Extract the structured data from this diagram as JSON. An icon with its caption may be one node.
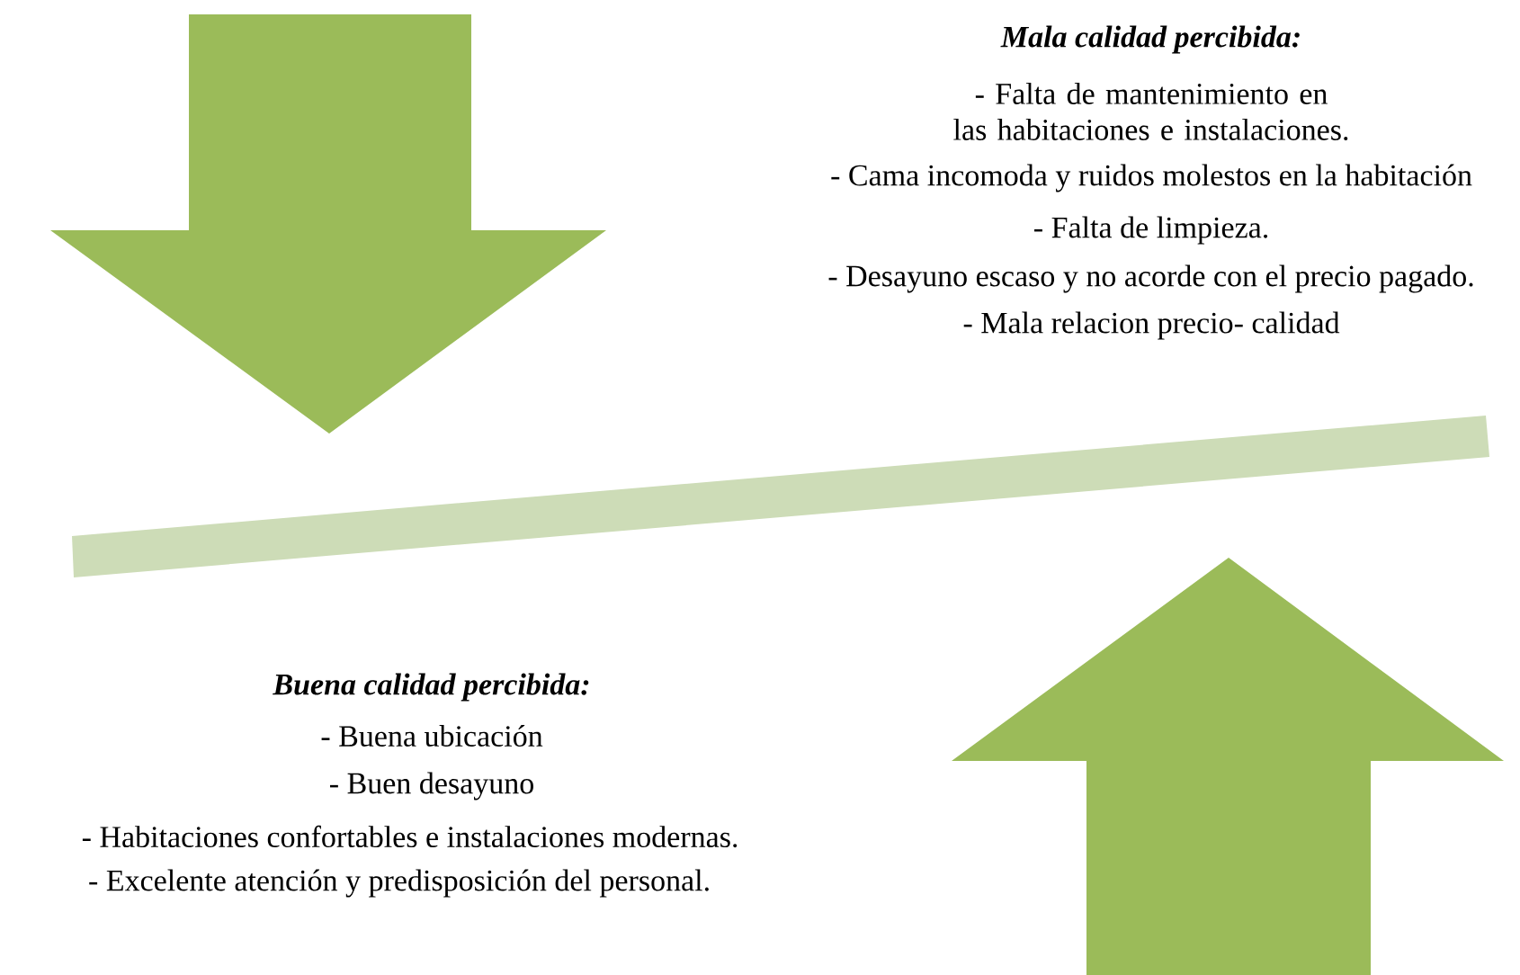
{
  "diagram": {
    "labels": [
      "Mala calidad percibida:",
      "- Falta de mantenimiento en las habitaciones e instalaciones.",
      "- Cama incomoda  y ruidos molestos en la habitación",
      "- Falta de limpieza.",
      "- Desayuno escaso y no acorde con el precio pagado.",
      "- Mala relacion precio- calidad",
      "Buena calidad percibida:",
      "- Buena ubicación",
      "- Buen desayuno",
      "- Habitaciones confortables e instalaciones  modernas.",
      "- Excelente atención y predisposición del personal."
    ]
  }
}
